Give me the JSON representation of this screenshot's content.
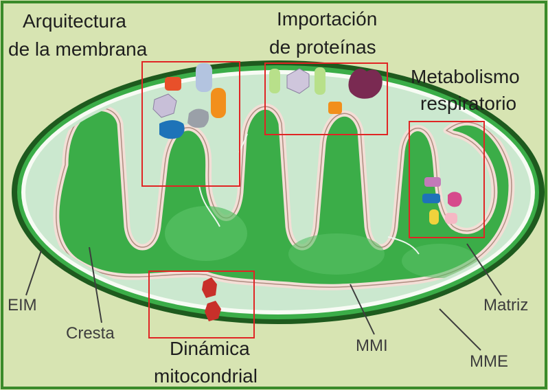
{
  "colors": {
    "background": "#d7e4b2",
    "border": "#3a8a2a",
    "outer_membrane": "#1e5a1e",
    "intermembrane": "#cbe8cf",
    "matrix": "#3bad48",
    "cristae_membrane": "#f3ded6",
    "highlight_box": "#e02424"
  },
  "titles": {
    "architecture": [
      "Arquitectura",
      "de la membrana"
    ],
    "import": [
      "Importación",
      "de proteínas"
    ],
    "metabolism": [
      "Metabolismo",
      "respiratorio"
    ],
    "dynamics": [
      "Dinámica",
      "mitocondrial"
    ]
  },
  "parts": {
    "eim": "EIM",
    "cresta": "Cresta",
    "mmi": "MMI",
    "mme": "MME",
    "matriz": "Matriz"
  },
  "protein_icons": [
    "lipid-protein-icon",
    "protein-complex-icon",
    "transporter-icon",
    "enzyme-icon",
    "fission-protein-icon"
  ]
}
